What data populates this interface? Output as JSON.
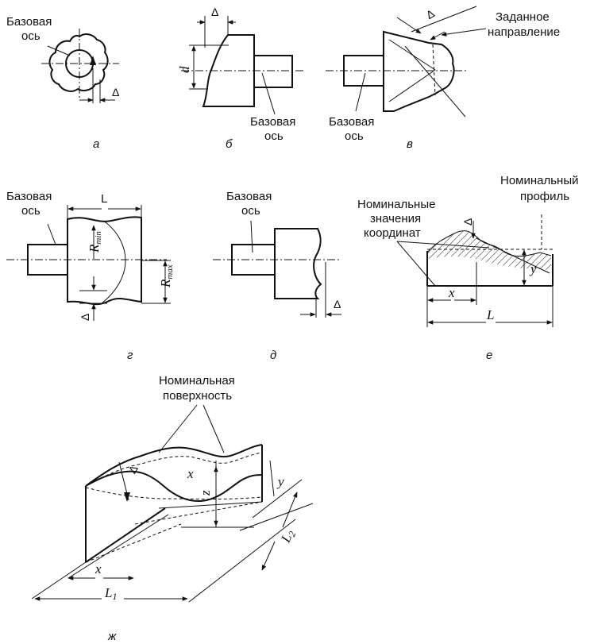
{
  "labels": {
    "base_axis_line1": "Базовая",
    "base_axis_line2": "ось",
    "given_direction_line1": "Заданное",
    "given_direction_line2": "направление",
    "nominal_coords_line1": "Номинальные",
    "nominal_coords_line2": "значения",
    "nominal_coords_line3": "координат",
    "nominal_profile_line1": "Номинальный",
    "nominal_profile_line2": "профиль",
    "nominal_surface_line1": "Номинальная",
    "nominal_surface_line2": "поверхность"
  },
  "symbols": {
    "delta": "Δ",
    "d": "d",
    "L": "L",
    "R_min": "R",
    "R_min_sub": "min",
    "R_max": "R",
    "R_max_sub": "max",
    "x": "x",
    "y": "y",
    "z": "z",
    "L1": "L",
    "L1_sub": "1",
    "L2": "L",
    "L2_sub": "2"
  },
  "captions": {
    "a": "а",
    "b": "б",
    "v": "в",
    "g": "г",
    "d": "д",
    "e": "е",
    "zh": "ж"
  }
}
